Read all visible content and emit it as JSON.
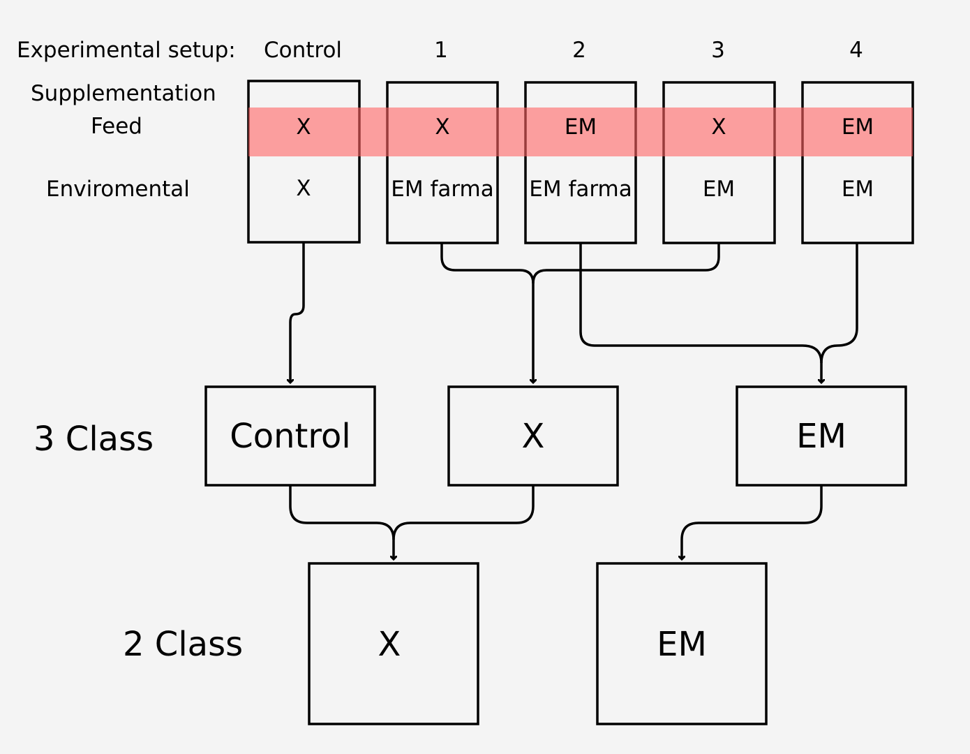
{
  "header": {
    "label": "Experimental setup:",
    "columns": [
      "Control",
      "1",
      "2",
      "3",
      "4"
    ]
  },
  "rows": {
    "supplementation_label": "Supplementation",
    "feed_label": "Feed",
    "environmental_label": "Enviromental"
  },
  "setups": [
    {
      "feed": "X",
      "environmental": "X"
    },
    {
      "feed": "X",
      "environmental": "EM farma"
    },
    {
      "feed": "EM",
      "environmental": "EM farma"
    },
    {
      "feed": "X",
      "environmental": "EM"
    },
    {
      "feed": "EM",
      "environmental": "EM"
    }
  ],
  "class3": {
    "label": "3 Class",
    "boxes": [
      "Control",
      "X",
      "EM"
    ]
  },
  "class2": {
    "label": "2 Class",
    "boxes": [
      "X",
      "EM"
    ]
  },
  "colors": {
    "feed_highlight": "#ff6464",
    "feed_highlight_opacity": 0.6,
    "line": "#000000",
    "background": "#f4f4f4"
  }
}
